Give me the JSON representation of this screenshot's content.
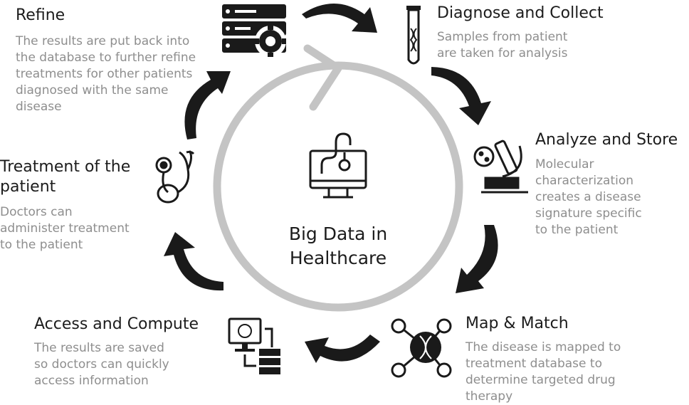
{
  "center": {
    "title": "Big Data in\nHealthcare"
  },
  "steps": {
    "refine": {
      "title": "Refine",
      "description": "The results are put back into\nthe database to further refine\ntreatments for other patients\ndiagnosed with the same\ndisease",
      "icon": "server-gear-icon"
    },
    "diagnose": {
      "title": "Diagnose and Collect",
      "description": "Samples from patient\nare taken for analysis",
      "icon": "test-tube-icon"
    },
    "analyze": {
      "title": "Analyze and Store",
      "description": "Molecular\ncharacterization\ncreates a disease\nsignature specific\nto the patient",
      "icon": "microscope-icon"
    },
    "map": {
      "title": "Map & Match",
      "description": "The disease is mapped to\ntreatment database to\ndetermine targeted drug\ntherapy",
      "icon": "dna-network-icon"
    },
    "access": {
      "title": "Access and Compute",
      "description": "The results are saved\nso doctors can quickly\naccess information",
      "icon": "computer-database-icon"
    },
    "treatment": {
      "title": "Treatment of the\npatient",
      "description": "Doctors can\nadminister treatment\nto the patient",
      "icon": "stethoscope-icon"
    }
  },
  "colors": {
    "arrow": "#1a1a1a",
    "ring": "#c4c4c4",
    "title": "#1c1c1c",
    "description": "#8e8e8e"
  }
}
